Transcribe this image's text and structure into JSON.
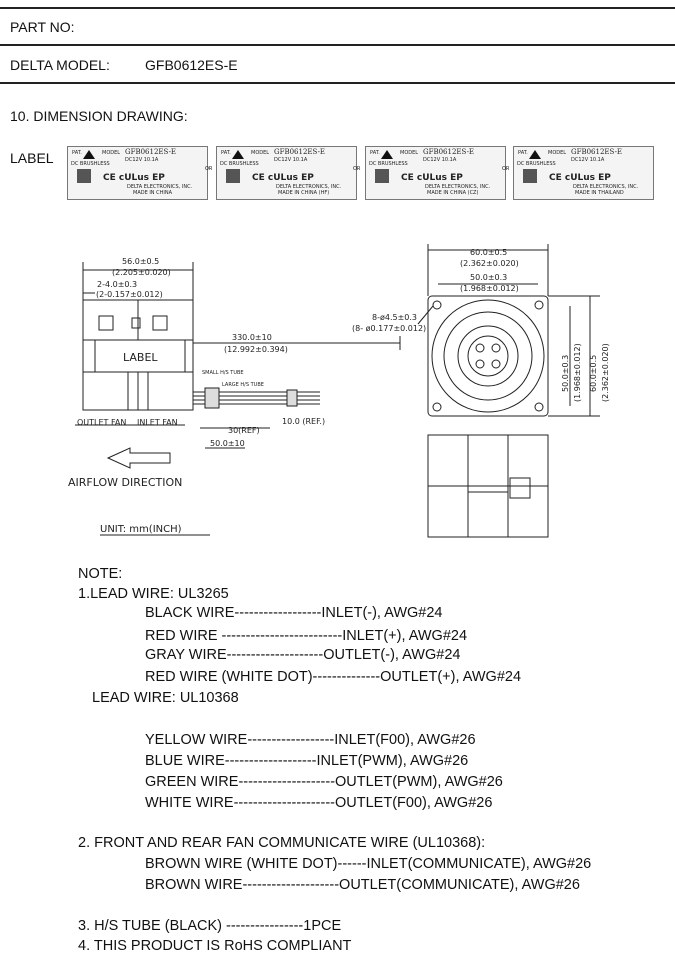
{
  "header": {
    "part_no_label": "PART NO:",
    "model_label": "DELTA MODEL:",
    "model_value": "GFB0612ES-E"
  },
  "section_title": "10. DIMENSION DRAWING:",
  "label_section": {
    "label": "LABEL",
    "cards": [
      {
        "pat": "PAT.",
        "model_label": "MODEL",
        "model": "GFB0612ES-E",
        "dc": "DC BRUSHLESS",
        "rating": "DC12V   10.1A",
        "maker": "DELTA ELECTRONICS, INC.",
        "origin": "MADE IN CHINA",
        "mark": "CE cULus EP"
      },
      {
        "pat": "PAT.",
        "model_label": "MODEL",
        "model": "GFB0612ES-E",
        "dc": "DC BRUSHLESS",
        "rating": "DC12V   10.1A",
        "maker": "DELTA ELECTRONICS, INC.",
        "origin": "MADE IN CHINA (HF)",
        "mark": "CE cULus EP"
      },
      {
        "pat": "PAT.",
        "model_label": "MODEL",
        "model": "GFB0612ES-E",
        "dc": "DC BRUSHLESS",
        "rating": "DC12V   10.1A",
        "maker": "DELTA ELECTRONICS, INC.",
        "origin": "MADE IN CHINA (CZ)",
        "mark": "CE cULus EP"
      },
      {
        "pat": "PAT.",
        "model_label": "MODEL",
        "model": "GFB0612ES-E",
        "dc": "DC BRUSHLESS",
        "rating": "DC12V   10.1A",
        "maker": "DELTA ELECTRONICS, INC.",
        "origin": "MADE IN THAILAND",
        "mark": "CE cULus EP"
      }
    ],
    "or_text": "OR"
  },
  "drawing": {
    "dim_width": "56.0±0.5",
    "dim_width_inch": "(2.205±0.020)",
    "dim_small": "2-4.0±0.3",
    "dim_small_inch": "(2-0.157±0.012)",
    "body_label": "LABEL",
    "lead_length": "330.0±10",
    "lead_length_inch": "(12.992±0.394)",
    "small_tube": "SMALL H/S TUBE",
    "large_tube": "LARGE H/S TUBE",
    "ref_10": "10.0 (REF.)",
    "ref_30": "30(REF)",
    "dim_50": "50.0±10",
    "outlet_fan": "OUTLET FAN",
    "inlet_fan": "INLET FAN",
    "airflow": "AIRFLOW DIRECTION",
    "unit": "UNIT: mm(INCH)",
    "front_w": "60.0±0.5",
    "front_w_inch": "(2.362±0.020)",
    "front_hole": "50.0±0.3",
    "front_hole_inch": "(1.968±0.012)",
    "hole_dia": "8-ø4.5±0.3",
    "hole_dia_inch": "(8- ø0.177±0.012)",
    "side_h1": "50.0±0.3",
    "side_h1_inch": "(1.968±0.012)",
    "side_h2": "60.0±0.5",
    "side_h2_inch": "(2.362±0.020)"
  },
  "notes": {
    "title": "NOTE:",
    "lead_wire_1": "1.LEAD WIRE: UL3265",
    "wires_1": [
      "BLACK WIRE------------------INLET(-), AWG#24",
      "RED WIRE -------------------------INLET(+), AWG#24",
      "GRAY WIRE--------------------OUTLET(-), AWG#24",
      "RED WIRE (WHITE DOT)--------------OUTLET(+), AWG#24"
    ],
    "lead_wire_2": "LEAD WIRE: UL10368",
    "wires_2": [
      "YELLOW WIRE------------------INLET(F00), AWG#26",
      "BLUE WIRE-------------------INLET(PWM), AWG#26",
      "GREEN WIRE--------------------OUTLET(PWM), AWG#26",
      "WHITE WIRE---------------------OUTLET(F00), AWG#26"
    ],
    "note_2": "2. FRONT AND REAR FAN COMMUNICATE WIRE (UL10368):",
    "wires_3": [
      "BROWN WIRE (WHITE DOT)------INLET(COMMUNICATE), AWG#26",
      "BROWN WIRE--------------------OUTLET(COMMUNICATE), AWG#26"
    ],
    "note_3": "3. H/S TUBE (BLACK) ----------------1PCE",
    "note_4": "4. THIS PRODUCT IS RoHS COMPLIANT"
  }
}
